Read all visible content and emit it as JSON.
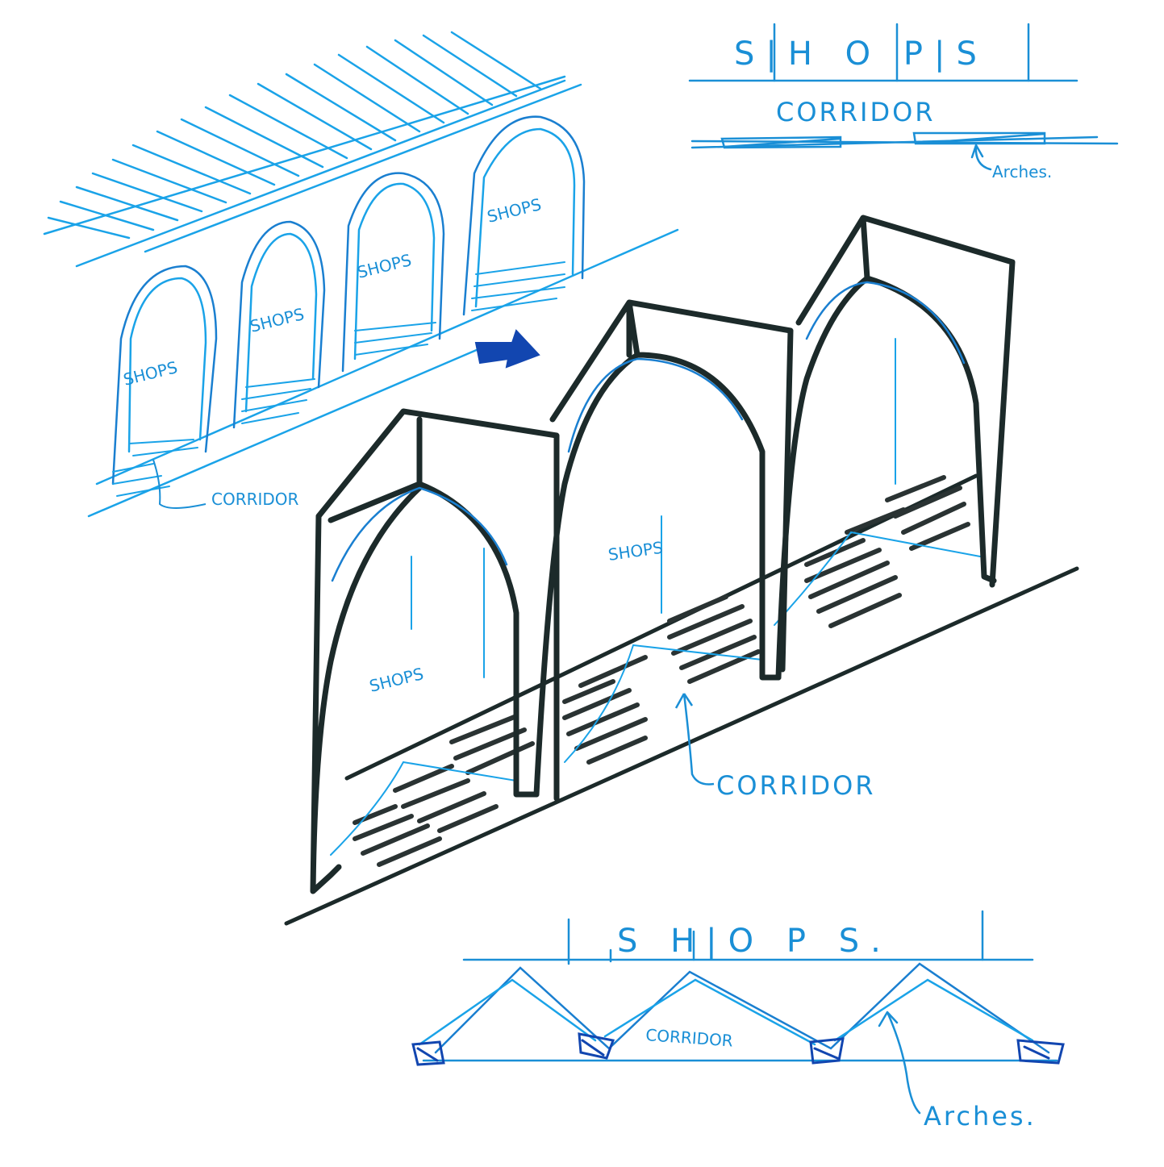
{
  "colors": {
    "pen_light": "#1aa3e8",
    "pen_blue": "#1a7fd0",
    "pen_dark_blue": "#1246b0",
    "marker": "#1c2a2a",
    "paper": "#ffffff"
  },
  "sketch_top_left": {
    "shop_labels": [
      "SHOPS",
      "SHOPS",
      "SHOPS",
      "SHOPS"
    ],
    "corridor_label": "CORRIDOR"
  },
  "plan_top_right": {
    "shops_label": "S|H O P|S",
    "corridor_label": "CORRIDOR",
    "arches_label": "Arches."
  },
  "sketch_main": {
    "shop_labels": [
      "SHOPS",
      "SHOPS"
    ],
    "corridor_label": "CORRIDOR"
  },
  "plan_bottom": {
    "shops_label": "S H|O P S.",
    "corridor_label": "CORRIDOR",
    "arches_label": "Arches."
  },
  "icons": [
    "arrow-icon"
  ]
}
